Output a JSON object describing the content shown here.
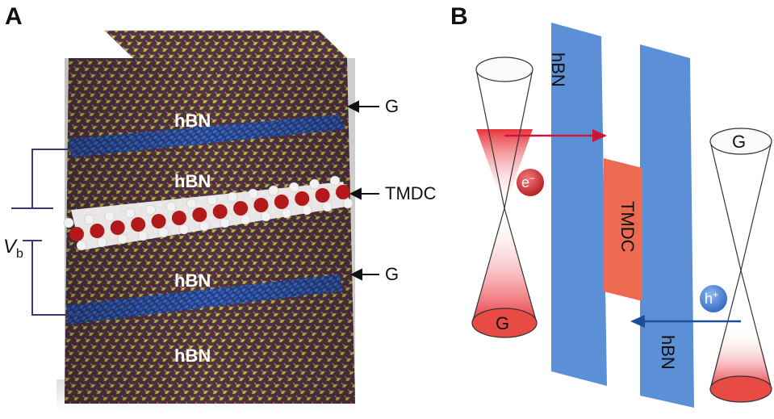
{
  "panel_a": {
    "letter": "A",
    "layer_labels": [
      "hBN",
      "hBN",
      "hBN",
      "hBN"
    ],
    "pointer_labels": {
      "top_graphene": "G",
      "tmdc": "TMDC",
      "bottom_graphene": "G"
    },
    "bias": {
      "symbol": "V",
      "subscript": "b"
    },
    "colors": {
      "hbn_atom_a": "#6b1f4e",
      "hbn_atom_b": "#c9a938",
      "graphene": "#2f5fc4",
      "tmdc_metal": "#b3191b",
      "tmdc_chalcogen": "#f2f2f2"
    }
  },
  "panel_b": {
    "letter": "B",
    "hbn_labels": [
      "hBN",
      "hBN"
    ],
    "tmdc_label": "TMDC",
    "cone_labels": [
      "G",
      "G"
    ],
    "electron": {
      "symbol": "e",
      "sup": "−"
    },
    "hole": {
      "symbol": "h",
      "sup": "+"
    },
    "colors": {
      "hbn": "#5b8fd6",
      "tmdc": "#ec6a52",
      "electron_arrow": "#c8183a",
      "hole_arrow": "#1c4f9e",
      "electron": "#c9232b",
      "hole": "#3b78d1"
    }
  }
}
